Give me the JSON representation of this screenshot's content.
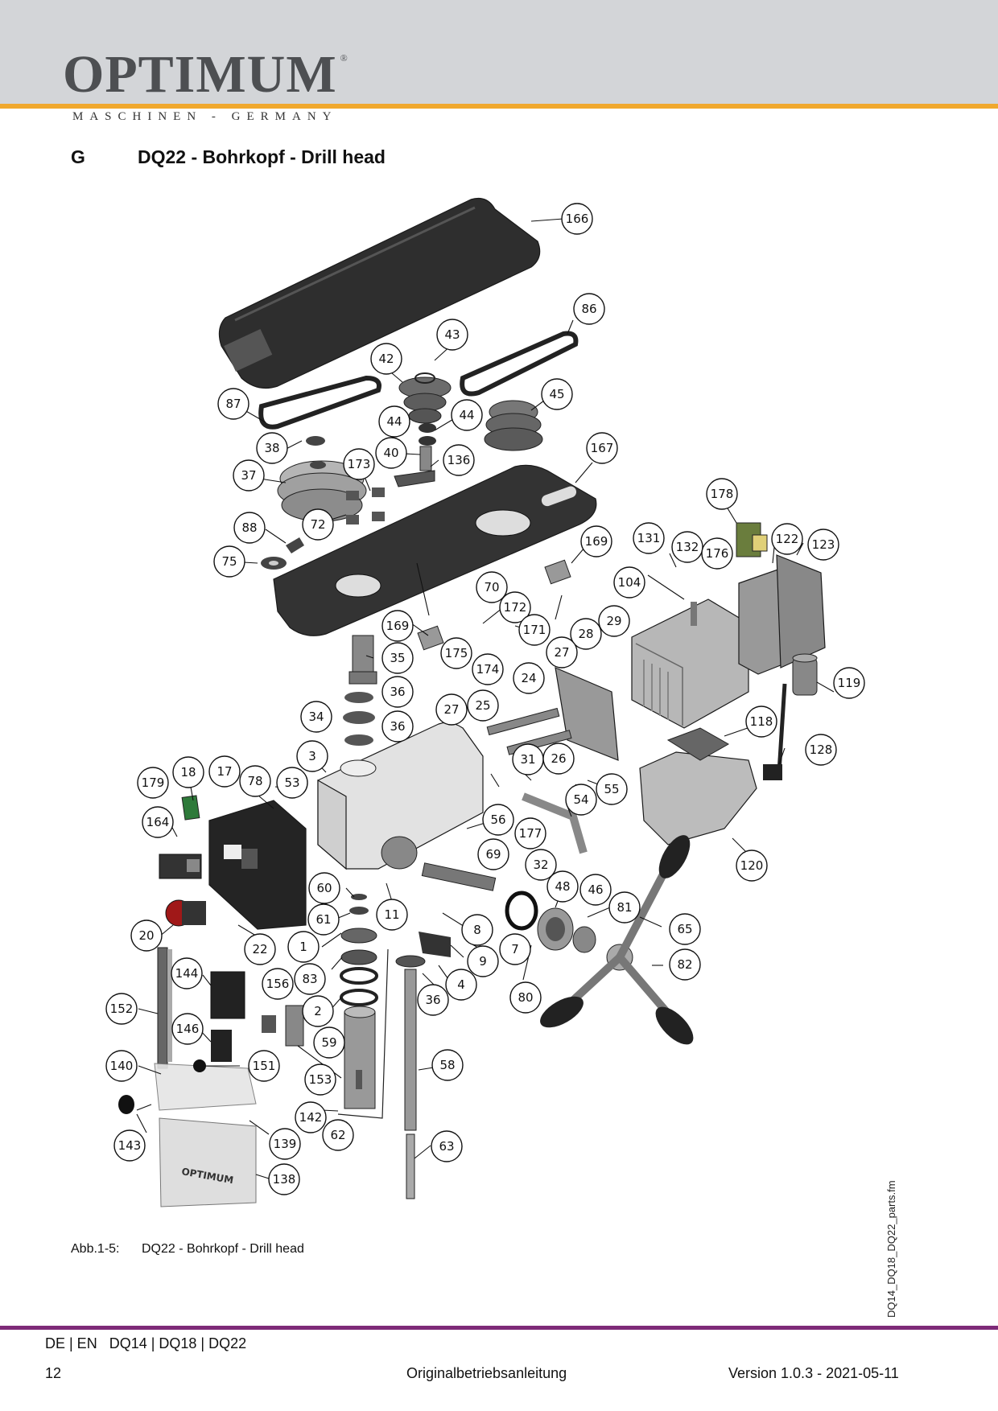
{
  "header": {
    "brand": "OPTIMUM",
    "registered": "®",
    "tagline": "MASCHINEN - GERMANY"
  },
  "section": {
    "letter": "G",
    "title": "DQ22 - Bohrkopf - Drill head"
  },
  "figure": {
    "caption_number": "Abb.1-5:",
    "caption_text": "DQ22 - Bohrkopf - Drill head",
    "side_filename": "DQ14_DQ18_DQ22_parts.fm",
    "part_labels": [
      "166",
      "86",
      "43",
      "42",
      "45",
      "44",
      "44",
      "87",
      "38",
      "40",
      "136",
      "167",
      "37",
      "173",
      "178",
      "88",
      "72",
      "169",
      "131",
      "132",
      "176",
      "122",
      "123",
      "75",
      "70",
      "104",
      "172",
      "29",
      "169",
      "171",
      "28",
      "175",
      "27",
      "35",
      "174",
      "24",
      "119",
      "36",
      "34",
      "36",
      "27",
      "25",
      "118",
      "3",
      "31",
      "26",
      "128",
      "179",
      "18",
      "17",
      "78",
      "53",
      "55",
      "54",
      "164",
      "56",
      "177",
      "69",
      "32",
      "120",
      "60",
      "48",
      "46",
      "81",
      "11",
      "61",
      "8",
      "65",
      "20",
      "22",
      "1",
      "9",
      "7",
      "82",
      "144",
      "83",
      "4",
      "80",
      "152",
      "156",
      "2",
      "36",
      "146",
      "59",
      "140",
      "151",
      "153",
      "58",
      "142",
      "143",
      "139",
      "62",
      "63",
      "138"
    ],
    "box_brand": "OPTIMUM"
  },
  "footer": {
    "languages": "DE | EN",
    "models": "DQ14 | DQ18 | DQ22",
    "page": "12",
    "doc": "Originalbetriebsanleitung",
    "version": "Version 1.0.3 - 2021-05-11"
  },
  "colors": {
    "header_band": "#d3d5d8",
    "accent_orange": "#f0a82e",
    "footer_purple": "#7e2a78"
  }
}
